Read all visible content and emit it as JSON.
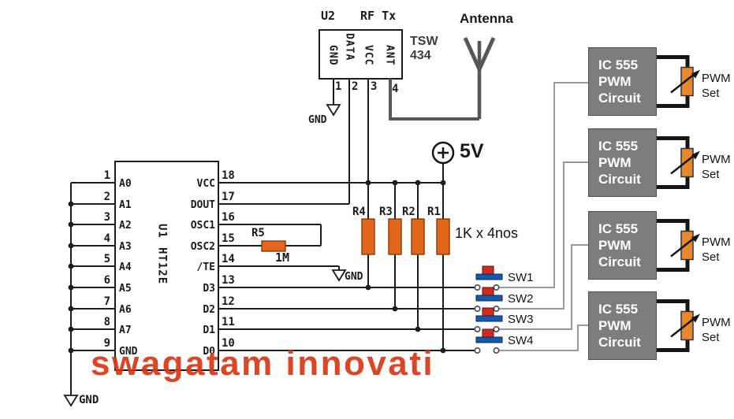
{
  "colors": {
    "resistor_orange": "#e2661c",
    "pot_orange": "#e8882b",
    "block_gray": "#7d7d7d",
    "switch_blue": "#1558b0",
    "switch_red": "#d42a1e",
    "watermark_red": "#d93916"
  },
  "tx_module": {
    "ref": "U2",
    "type_label": "RF Tx",
    "part_line1": "TSW",
    "part_line2": "434",
    "pins": [
      {
        "num": "1",
        "label": "GND"
      },
      {
        "num": "2",
        "label": "DATA"
      },
      {
        "num": "3",
        "label": "VCC"
      },
      {
        "num": "4",
        "label": "ANT"
      }
    ],
    "gnd_label": "GND"
  },
  "antenna": {
    "label": "Antenna"
  },
  "supply": {
    "label": "5V"
  },
  "encoder": {
    "ref": "U1",
    "part": "HT12E",
    "left_pins": [
      {
        "num": "1",
        "label": "A0"
      },
      {
        "num": "2",
        "label": "A1"
      },
      {
        "num": "3",
        "label": "A2"
      },
      {
        "num": "4",
        "label": "A3"
      },
      {
        "num": "5",
        "label": "A4"
      },
      {
        "num": "6",
        "label": "A5"
      },
      {
        "num": "7",
        "label": "A6"
      },
      {
        "num": "8",
        "label": "A7"
      },
      {
        "num": "9",
        "label": "GND"
      }
    ],
    "right_pins": [
      {
        "num": "18",
        "label": "VCC"
      },
      {
        "num": "17",
        "label": "DOUT"
      },
      {
        "num": "16",
        "label": "OSC1"
      },
      {
        "num": "15",
        "label": "OSC2"
      },
      {
        "num": "14",
        "label": "/TE"
      },
      {
        "num": "13",
        "label": "D3"
      },
      {
        "num": "12",
        "label": "D2"
      },
      {
        "num": "11",
        "label": "D1"
      },
      {
        "num": "10",
        "label": "D0"
      }
    ],
    "bus_gnd_label": "GND"
  },
  "resistors": {
    "r5": {
      "ref": "R5",
      "value": "1M"
    },
    "pullups": {
      "refs": [
        "R4",
        "R3",
        "R2",
        "R1"
      ],
      "note": "1K x 4nos"
    },
    "te_gnd_label": "GND"
  },
  "switches": [
    {
      "label": "SW1"
    },
    {
      "label": "SW2"
    },
    {
      "label": "SW3"
    },
    {
      "label": "SW4"
    }
  ],
  "pwm_blocks": [
    {
      "text": "IC 555\nPWM\nCircuit",
      "pot_label": "PWM\nSet"
    },
    {
      "text": "IC 555\nPWM\nCircuit",
      "pot_label": "PWM\nSet"
    },
    {
      "text": "IC 555\nPWM\nCircuit",
      "pot_label": "PWM\nSet"
    },
    {
      "text": "IC 555\nPWM\nCircuit",
      "pot_label": "PWM\nSet"
    }
  ],
  "watermark": {
    "text": "swagatam innovati"
  }
}
